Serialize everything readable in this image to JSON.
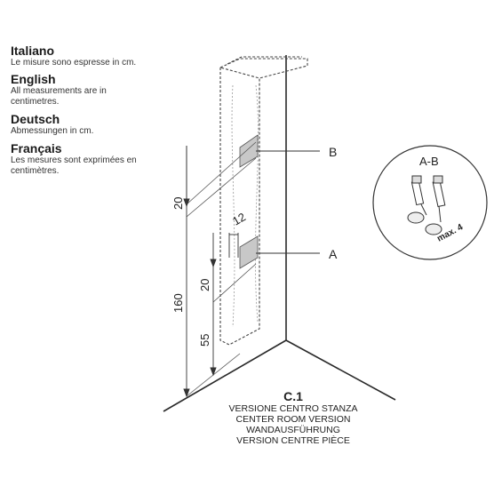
{
  "languages": [
    {
      "title": "Italiano",
      "text": "Le misure sono espresse in cm."
    },
    {
      "title": "English",
      "text": "All measurements are in centimetres."
    },
    {
      "title": "Deutsch",
      "text": "Abmessungen in cm."
    },
    {
      "title": "Français",
      "text": "Les mesures sont exprimées en centimètres."
    }
  ],
  "dimensions": {
    "d20_upper": "20",
    "d12": "12",
    "d20_lower": "20",
    "d160": "160",
    "d55": "55"
  },
  "labels": {
    "b": "B",
    "a": "A",
    "detail": "A-B",
    "max": "max. 4"
  },
  "caption": {
    "code": "C.1",
    "lines": [
      "VERSIONE CENTRO STANZA",
      "CENTER ROOM VERSION",
      "WANDAUSFÜHRUNG",
      "VERSION CENTRE PIÈCE"
    ]
  }
}
